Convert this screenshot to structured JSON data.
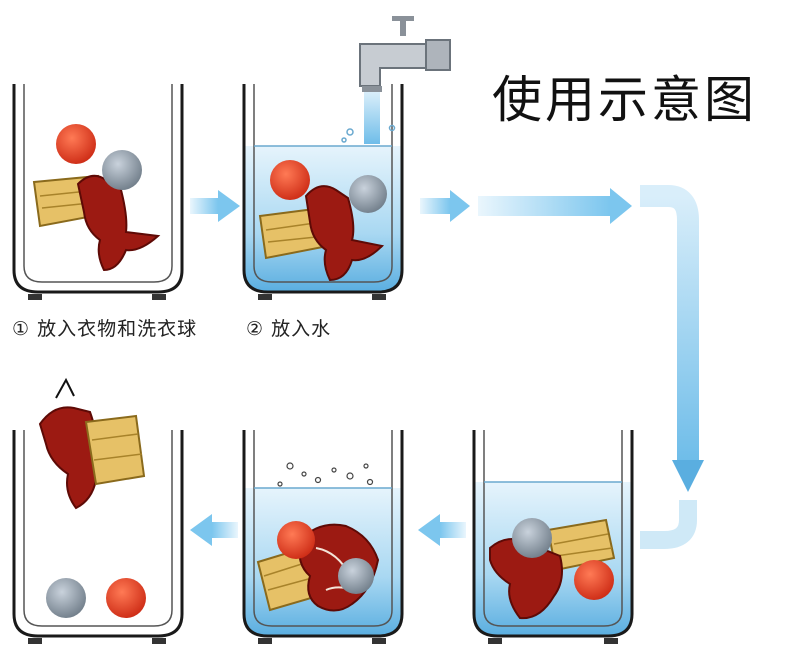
{
  "title": "使用示意图",
  "steps": [
    {
      "marker": "①",
      "label": "放入衣物和洗衣球"
    },
    {
      "marker": "②",
      "label": "放入水"
    }
  ],
  "colors": {
    "water": "#bfe3f6",
    "water_deep": "#7cc3ea",
    "arrow": "#8fd0f0",
    "garment": "#9c1a12",
    "sponge": "#e6c167",
    "ball_red": "#e8452c",
    "ball_gray": "#8f9aa6",
    "container": "#1a1a1a"
  }
}
